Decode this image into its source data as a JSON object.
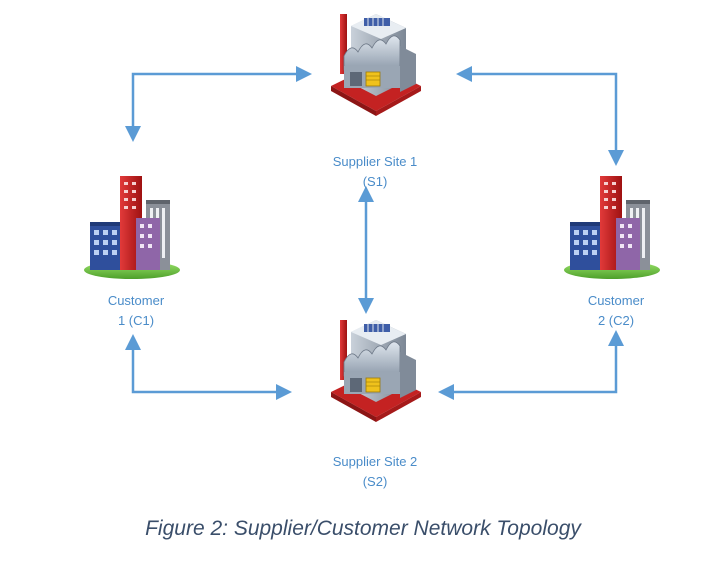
{
  "nodes": {
    "s1": {
      "line1": "Supplier Site 1",
      "line2": "(S1)"
    },
    "s2": {
      "line1": "Supplier Site 2",
      "line2": "(S2)"
    },
    "c1": {
      "line1": "Customer",
      "line2": "1 (C1)"
    },
    "c2": {
      "line1": "Customer",
      "line2": "2 (C2)"
    }
  },
  "caption": "Figure 2: Supplier/Customer Network Topology",
  "colors": {
    "arrow": "#5b9bd5",
    "label": "#4a8cc9",
    "caption": "#3a4e6a"
  },
  "icons": {
    "supplier": "factory-icon",
    "customer": "city-buildings-icon"
  }
}
